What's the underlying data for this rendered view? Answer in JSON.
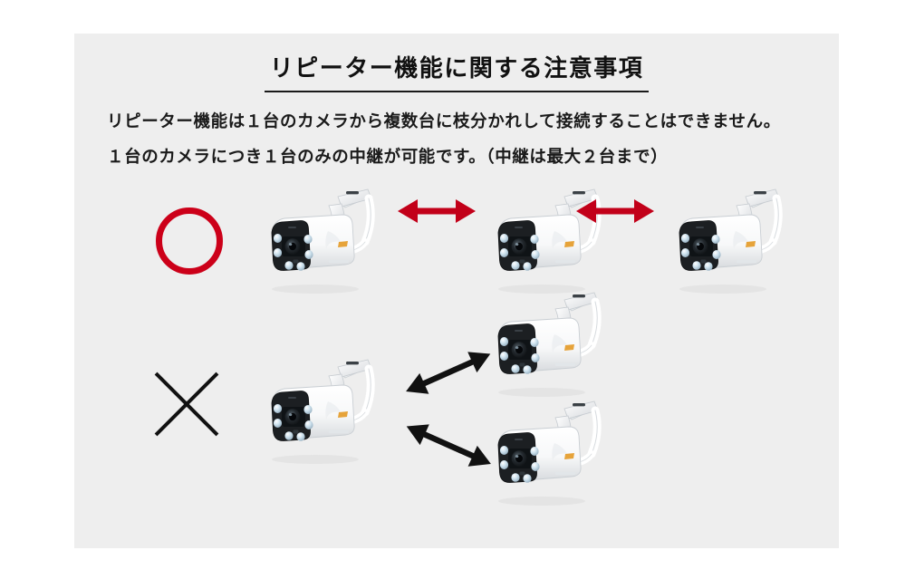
{
  "page": {
    "background_color": "#ffffff",
    "panel_color": "#eeeeee"
  },
  "header": {
    "title": "リピーター機能に関する注意事項",
    "underline_color": "#1a1a1a"
  },
  "body": {
    "lines": [
      "リピーター機能は１台のカメラから複数台に枝分かれして接続することはできません。",
      "１台のカメラにつき１台のみの中継が可能です。（中継は最大２台まで）"
    ]
  },
  "diagram": {
    "ok_row": {
      "mark": "circle-ok-mark",
      "mark_color": "#cc0019",
      "arrow_color": "#cc0019",
      "camera_count": 3,
      "arrow_count": 2,
      "camera_labels": [
        "camera-ok-1",
        "camera-ok-2",
        "camera-ok-3"
      ],
      "arrow_labels": [
        "arrow-ok-1",
        "arrow-ok-2"
      ]
    },
    "ng_row": {
      "mark": "cross-ng-mark",
      "mark_color": "#111111",
      "arrow_color": "#111111",
      "camera_count": 3,
      "arrow_count": 2,
      "camera_labels": [
        "camera-ng-1",
        "camera-ng-branch-top",
        "camera-ng-branch-bottom"
      ],
      "arrow_labels": [
        "arrow-ng-up",
        "arrow-ng-down"
      ]
    },
    "camera": {
      "body_color": "#ffffff",
      "face_color": "#1c1c1c",
      "lens_color": "#141414",
      "led_color": "#cfe3ef",
      "shadow_color": "#d8d8d8"
    }
  }
}
